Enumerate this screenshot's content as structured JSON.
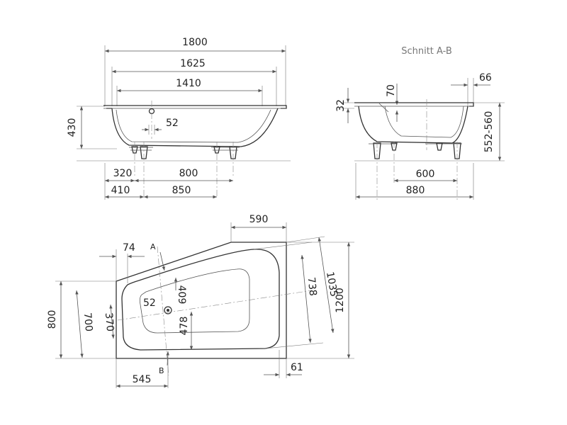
{
  "section_title": "Schnitt A-B",
  "front_view": {
    "width_total": "1800",
    "width_inner": "1625",
    "width_bottom": "1410",
    "height": "430",
    "drain_diameter": "52",
    "foot_left_1": "320",
    "foot_span_1": "800",
    "foot_left_2": "410",
    "foot_span_2": "850"
  },
  "section_view": {
    "rim_height": "32",
    "rim_offset": "70",
    "rim_lip": "66",
    "height_range": "552-560",
    "foot_span": "600",
    "width": "880"
  },
  "plan_view": {
    "top_width": "590",
    "corner_offset": "74",
    "cut_a": "A",
    "cut_b": "B",
    "drain_diameter": "52",
    "drain_to_back": "409",
    "drain_to_front": "478",
    "head_inner": "370",
    "head_outer": "700",
    "left_height": "800",
    "inner_length": "738",
    "outer_length": "1035",
    "right_height": "1200",
    "bottom_left": "545",
    "right_offset": "61"
  }
}
